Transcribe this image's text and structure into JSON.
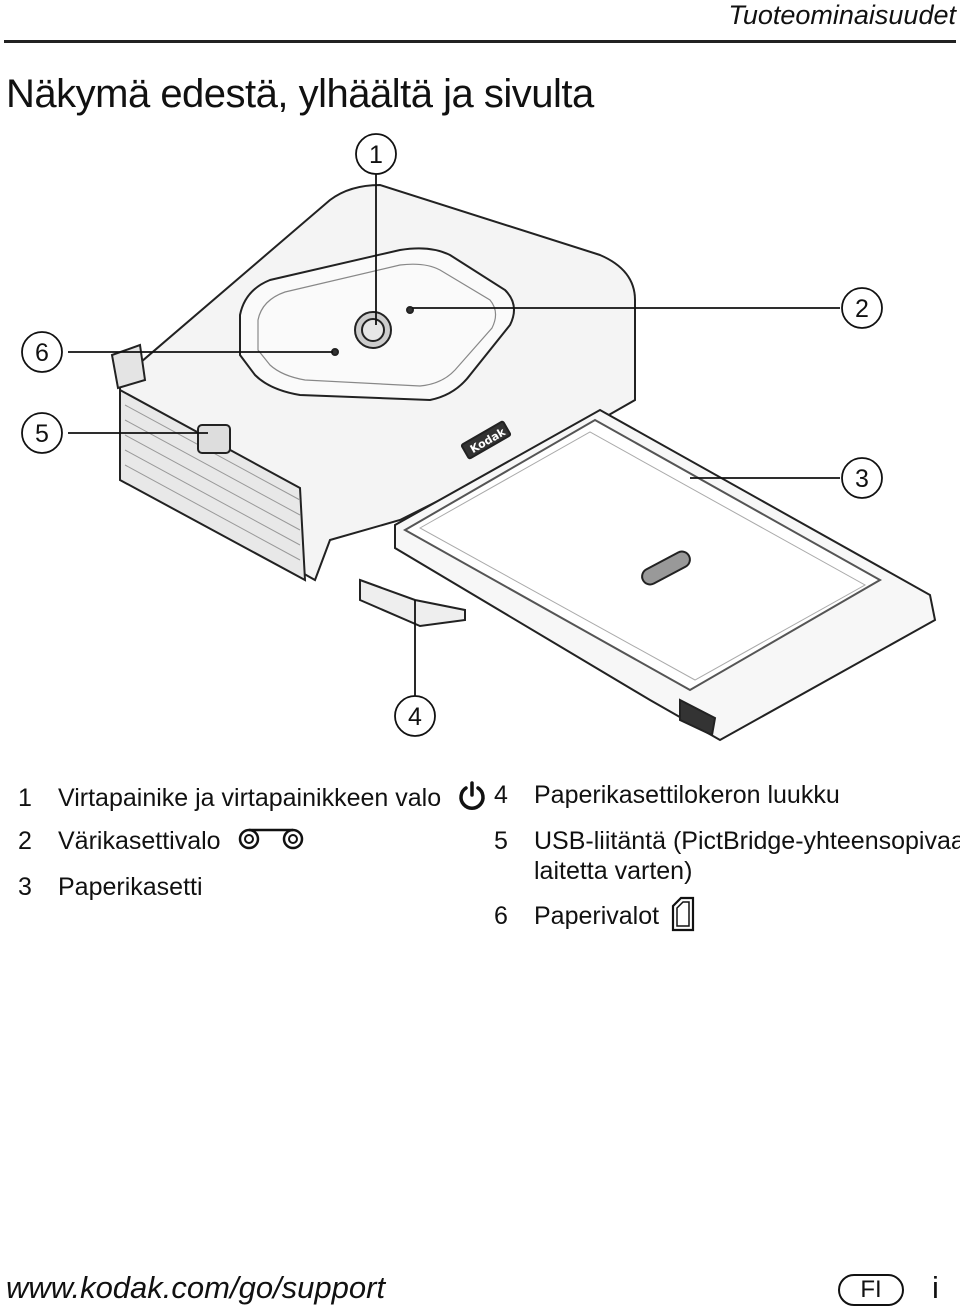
{
  "header": {
    "section_title": "Tuoteominaisuudet"
  },
  "page_heading": "Näkymä edestä, ylhäältä ja sivulta",
  "figure": {
    "callouts": [
      "1",
      "2",
      "3",
      "4",
      "5",
      "6"
    ],
    "brand_mark": "Kodak"
  },
  "legend": {
    "left": [
      {
        "num": "1",
        "text": "Virtapainike ja virtapainikkeen valo",
        "icon": "power-icon"
      },
      {
        "num": "2",
        "text": "Värikasettivalo",
        "icon": "ribbon-cassette-icon"
      },
      {
        "num": "3",
        "text": "Paperikasetti"
      }
    ],
    "right": [
      {
        "num": "4",
        "text": "Paperikasettilokeron luukku"
      },
      {
        "num": "5",
        "text": "USB-liitäntä (PictBridge-yhteensopivaa",
        "text2": "laitetta varten)"
      },
      {
        "num": "6",
        "text": "Paperivalot",
        "icon": "paper-icon"
      }
    ]
  },
  "footer": {
    "url": "www.kodak.com/go/support",
    "lang": "FI",
    "page": "i"
  }
}
